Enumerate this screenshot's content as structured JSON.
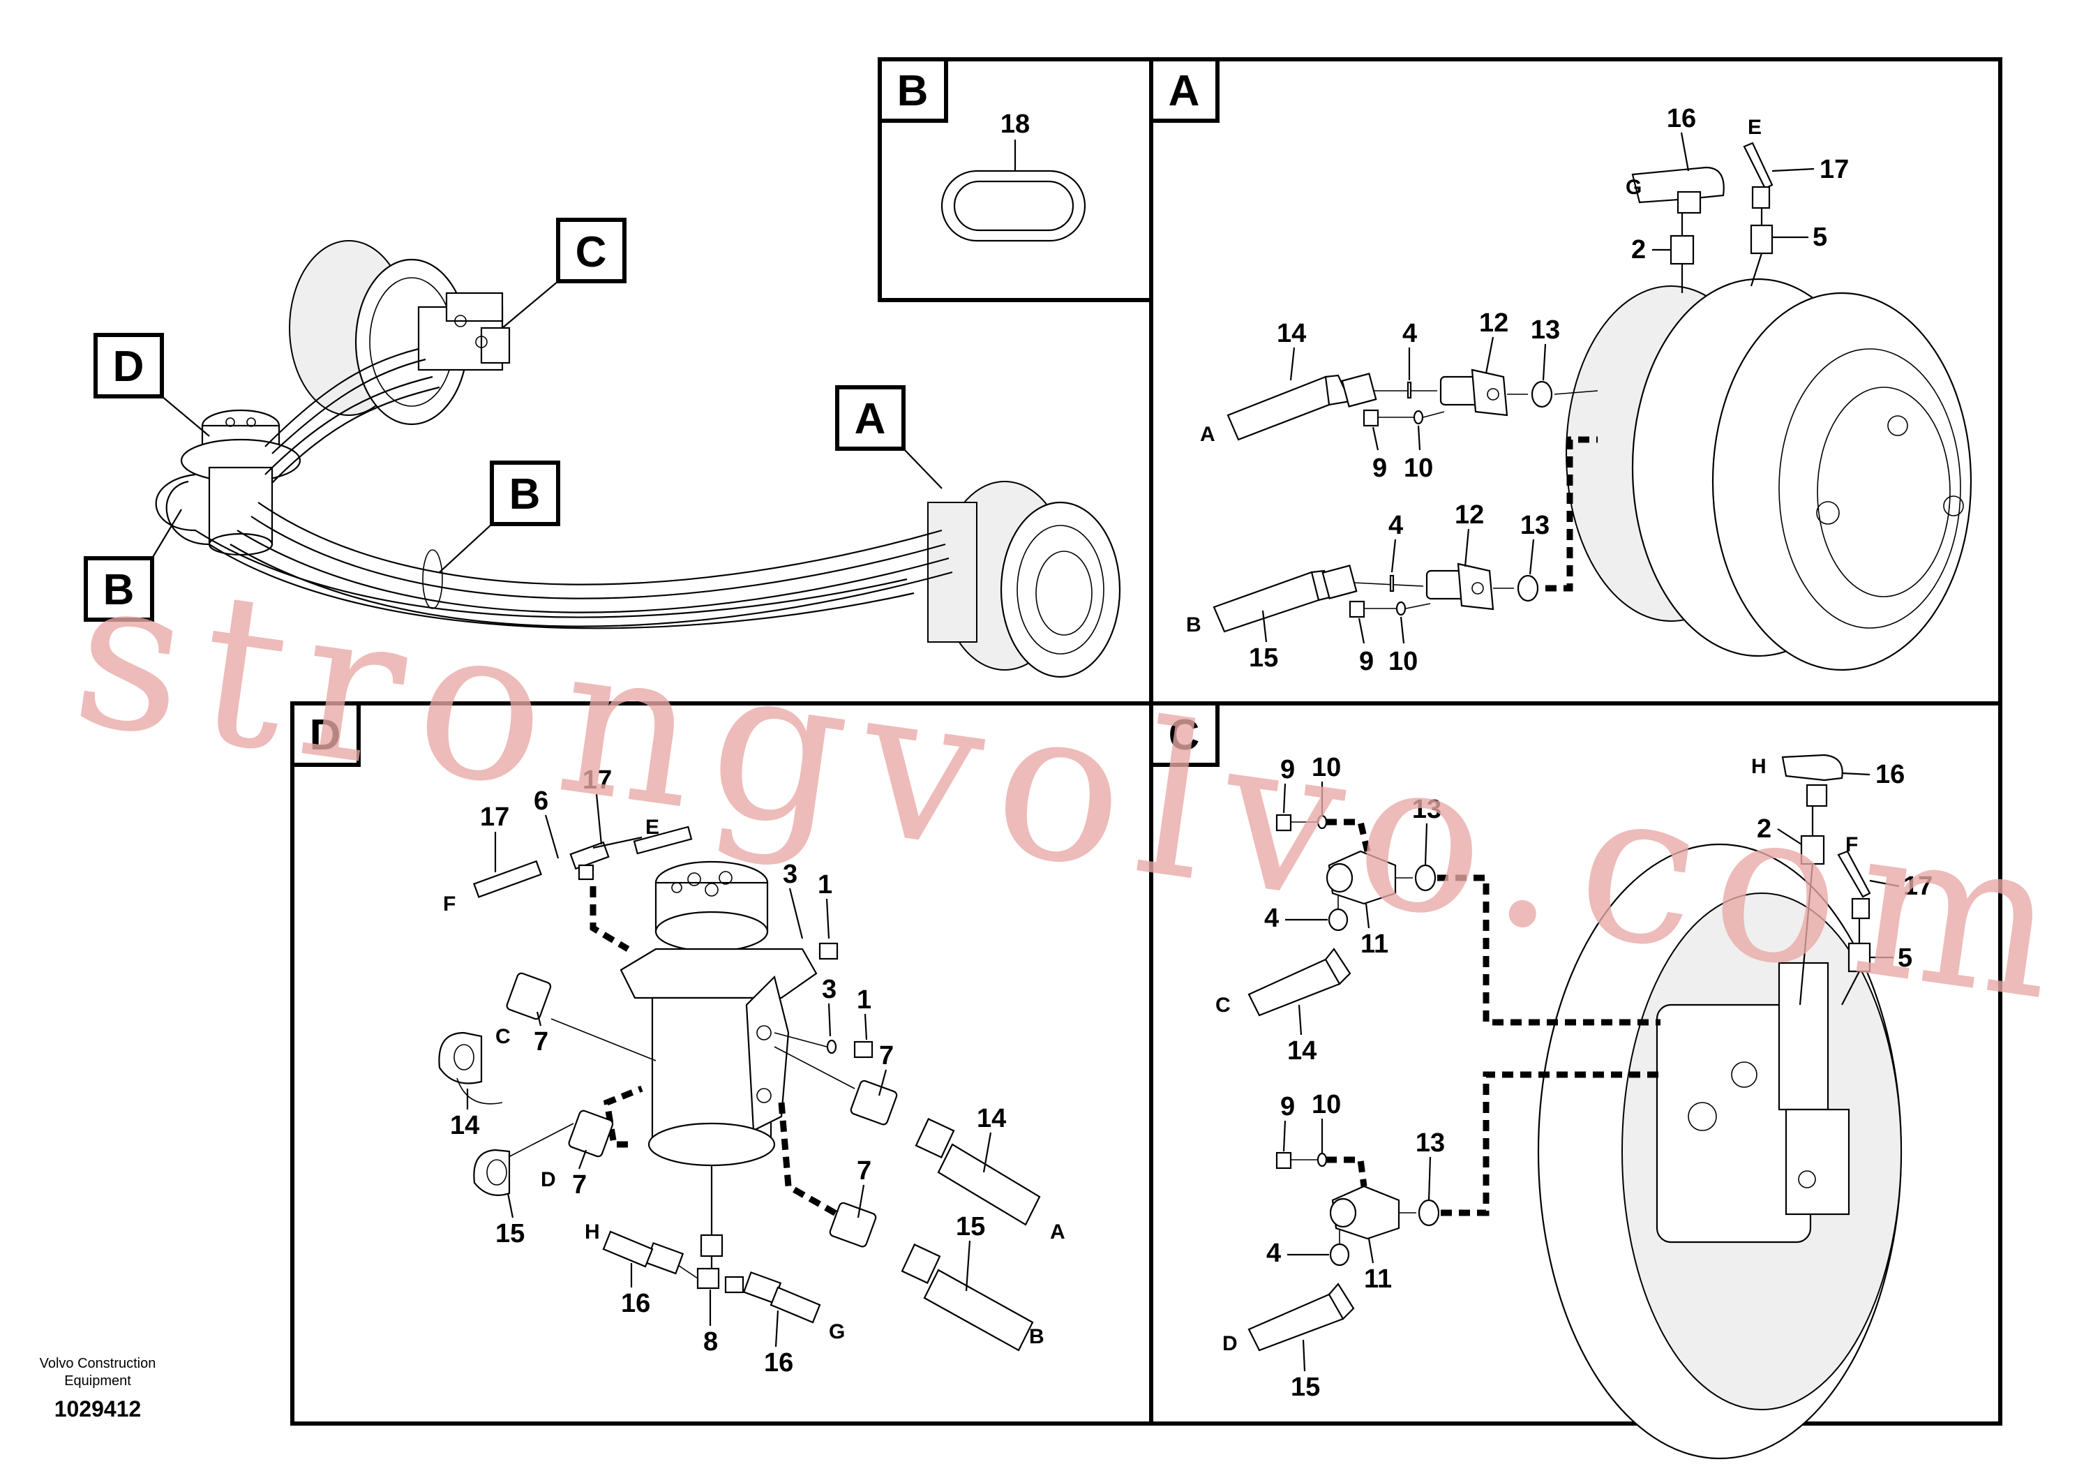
{
  "panels": {
    "A": {
      "label": "A"
    },
    "B": {
      "label": "B"
    },
    "C": {
      "label": "C"
    },
    "D": {
      "label": "D"
    }
  },
  "overview": {
    "callouts": {
      "A": "A",
      "B1": "B",
      "B2": "B",
      "C": "C",
      "D": "D"
    }
  },
  "panel_b": {
    "part_18": "18"
  },
  "panel_a": {
    "parts": {
      "p16": "16",
      "p17": "17",
      "p2": "2",
      "p5": "5",
      "p14": "14",
      "p4a": "4",
      "p12a": "12",
      "p13a": "13",
      "p9a": "9",
      "p10a": "10",
      "p4b": "4",
      "p12b": "12",
      "p13b": "13",
      "p9b": "9",
      "p10b": "10",
      "p15": "15"
    },
    "letters": {
      "G": "G",
      "E": "E",
      "A": "A",
      "B": "B"
    }
  },
  "panel_c": {
    "parts": {
      "p9a": "9",
      "p10a": "10",
      "p13a": "13",
      "p4a": "4",
      "p11a": "11",
      "p14": "14",
      "p16": "16",
      "p2": "2",
      "p17": "17",
      "p5": "5",
      "p9b": "9",
      "p10b": "10",
      "p13b": "13",
      "p4b": "4",
      "p11b": "11",
      "p15": "15"
    },
    "letters": {
      "H": "H",
      "F": "F",
      "C": "C",
      "D": "D"
    }
  },
  "panel_d": {
    "parts": {
      "p17a": "17",
      "p6": "6",
      "p17b": "17",
      "p3a": "3",
      "p1a": "1",
      "p3b": "3",
      "p1b": "1",
      "p7a": "7",
      "p7b": "7",
      "p7c": "7",
      "p14a": "14",
      "p14b": "14",
      "p7d": "7",
      "p15a": "15",
      "p15b": "15",
      "p16a": "16",
      "p8": "8",
      "p16b": "16"
    },
    "letters": {
      "E": "E",
      "F": "F",
      "C": "C",
      "D": "D",
      "H": "H",
      "A": "A",
      "B": "B",
      "G": "G"
    }
  },
  "footer": {
    "company_line1": "Volvo Construction",
    "company_line2": "Equipment",
    "drawing_number": "1029412"
  },
  "watermark": {
    "text": "strongvolvo.com",
    "color": "#e9a9a6"
  }
}
